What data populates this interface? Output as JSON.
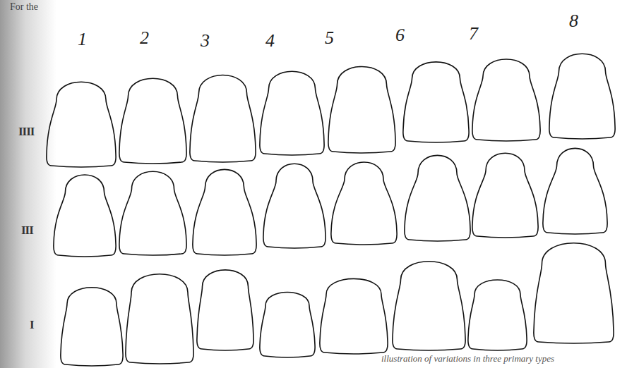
{
  "diagram": {
    "caption": "illustration of variations in three primary types",
    "labels": [
      "For the",
      "1",
      "2",
      "3",
      "4",
      "5",
      "6",
      "7",
      "8",
      "IIII",
      "III",
      "I"
    ]
  }
}
